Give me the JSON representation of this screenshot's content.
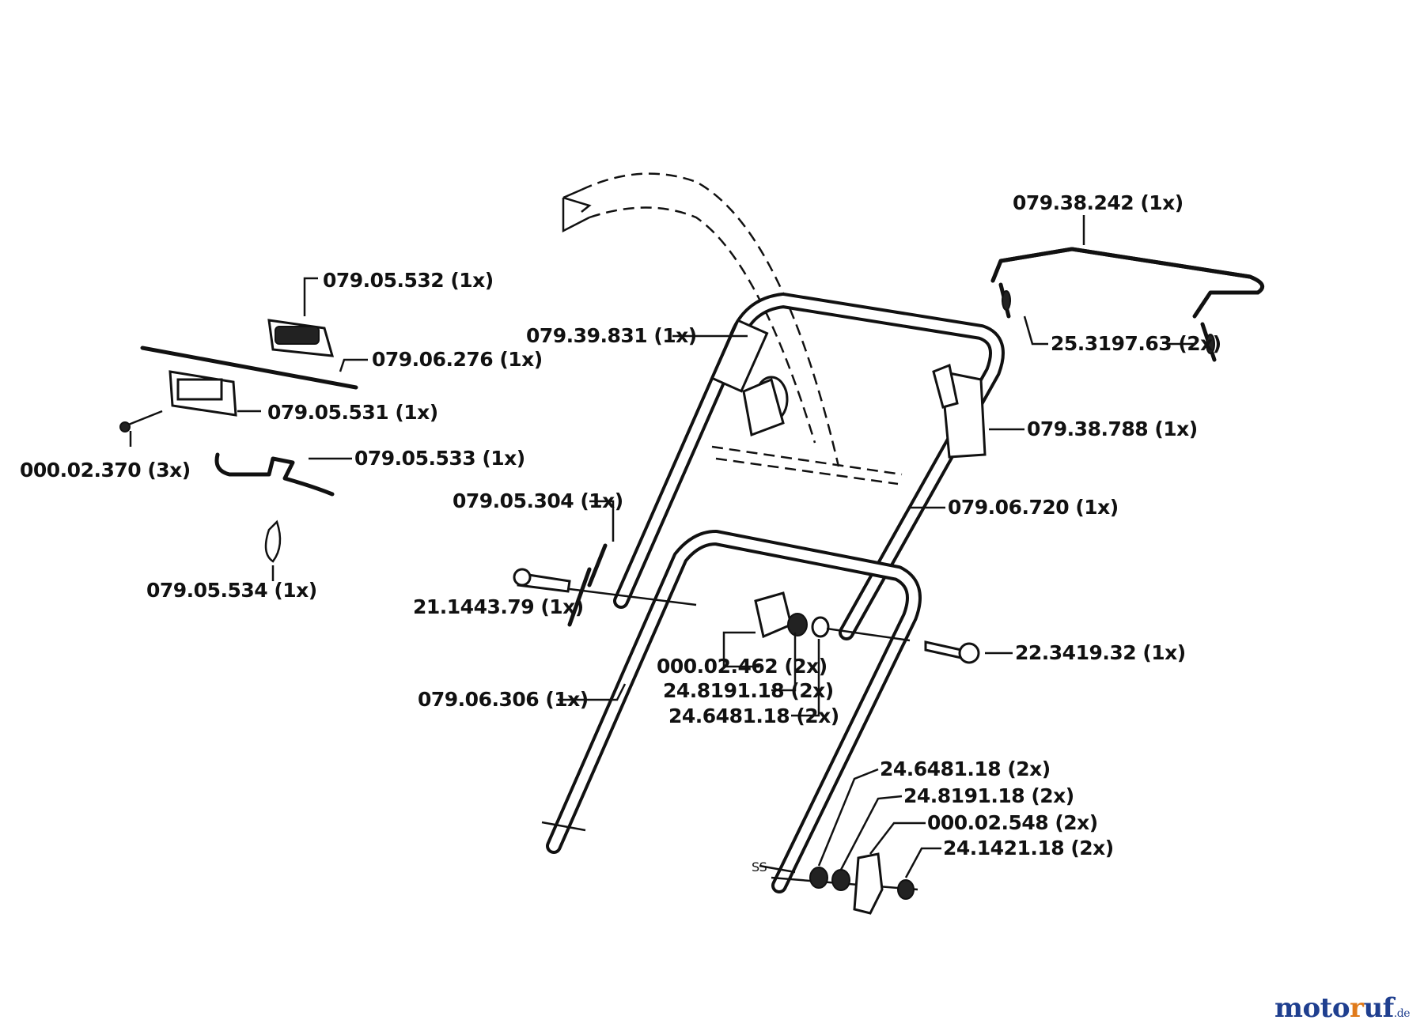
{
  "labels": {
    "l_079_38_242": "079.38.242 (1x)",
    "l_079_05_532": "079.05.532 (1x)",
    "l_079_39_831": "079.39.831 (1x)",
    "l_25_3197_63": "25.3197.63 (2x)",
    "l_079_06_276": "079.06.276 (1x)",
    "l_079_05_531": "079.05.531 (1x)",
    "l_079_38_788": "079.38.788 (1x)",
    "l_000_02_370": "000.02.370 (3x)",
    "l_079_05_533": "079.05.533 (1x)",
    "l_079_06_720": "079.06.720 (1x)",
    "l_079_05_304": "079.05.304 (1x)",
    "l_079_05_534": "079.05.534 (1x)",
    "l_21_1443_79": "21.1443.79 (1x)",
    "l_22_3419_32": "22.3419.32 (1x)",
    "l_000_02_462": "000.02.462 (2x)",
    "l_24_8191_18_a": "24.8191.18 (2x)",
    "l_24_6481_18_a": "24.6481.18 (2x)",
    "l_079_06_306": "079.06.306 (1x)",
    "l_24_6481_18_b": "24.6481.18 (2x)",
    "l_24_8191_18_b": "24.8191.18 (2x)",
    "l_000_02_548": "000.02.548 (2x)",
    "l_24_1421_18": "24.1421.18 (2x)",
    "l_ss": "SS"
  },
  "watermark": {
    "part1": "moto",
    "part2": "r",
    "part3": "uf",
    "suffix": ".de"
  }
}
